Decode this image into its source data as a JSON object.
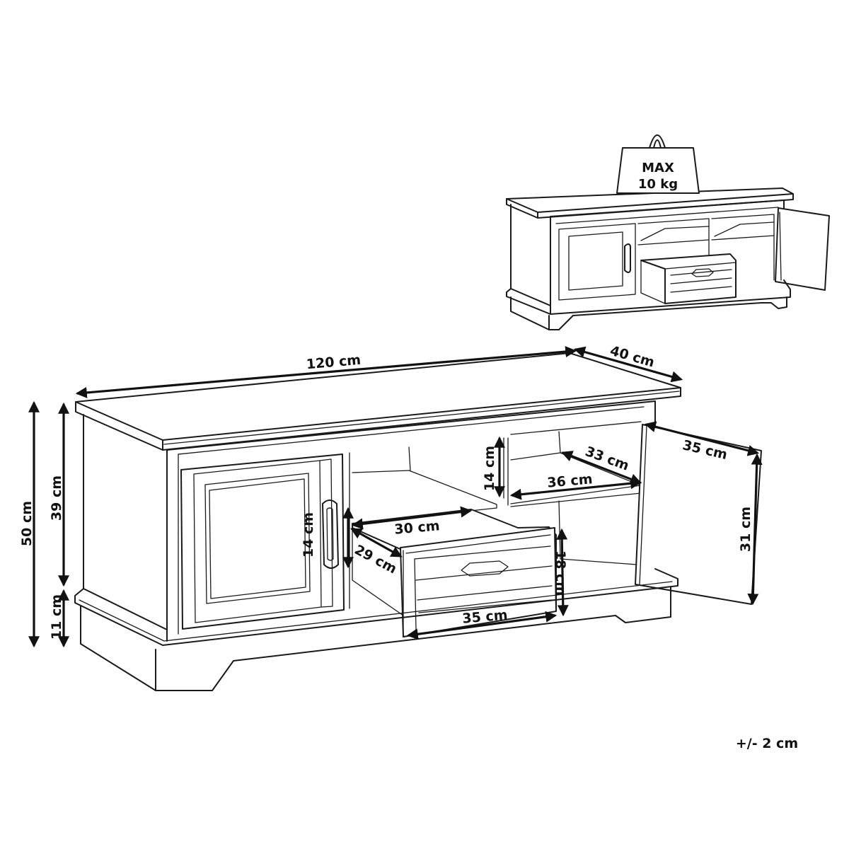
{
  "dimensions": {
    "width": "120 cm",
    "depth": "40 cm",
    "total_height": "50 cm",
    "body_height": "39 cm",
    "base_height": "11 cm",
    "shelf_height": "14 cm",
    "shelf_width": "36 cm",
    "shelf_depth": "33 cm",
    "door_width": "35 cm",
    "door_height": "31 cm",
    "handle_height": "14 cm",
    "drawer_inner_width": "30 cm",
    "drawer_inner_depth": "29 cm",
    "drawer_front_width": "35 cm",
    "drawer_height": "18 cm"
  },
  "weight": {
    "line1": "MAX",
    "line2": "10 kg"
  },
  "tolerance": "+/- 2 cm",
  "colors": {
    "line": "#1a1a1a",
    "background": "#ffffff"
  }
}
